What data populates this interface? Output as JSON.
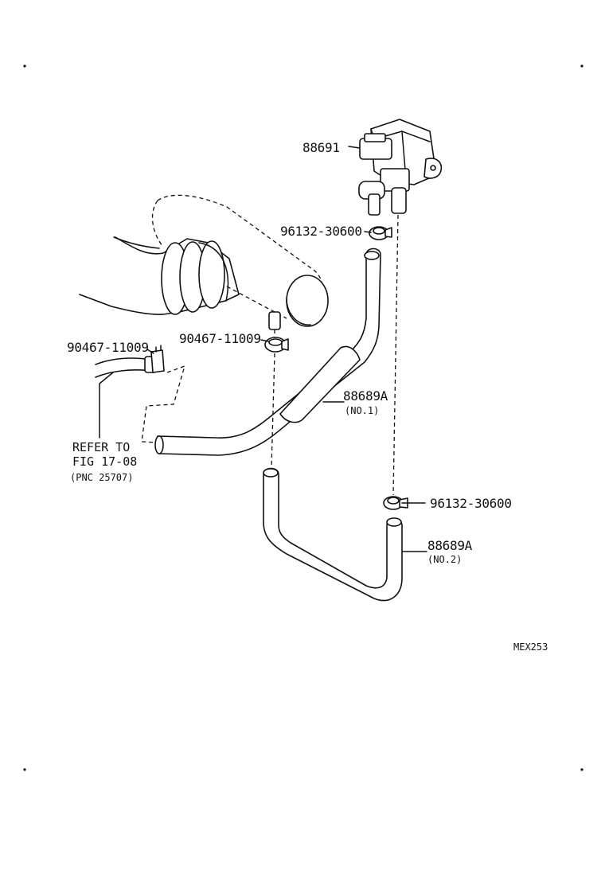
{
  "parts": {
    "vsv": "88691",
    "clamp_upper_right": "96132-30600",
    "clamp_center": "90467-11009",
    "clamp_left": "90467-11009",
    "hose_no1": "88689A",
    "hose_no1_sub": "(NO.1)",
    "clamp_lower_right": "96132-30600",
    "hose_no2": "88689A",
    "hose_no2_sub": "(NO.2)"
  },
  "reference": {
    "line1": "REFER TO",
    "line2": "FIG 17-08",
    "line3": "(PNC 25707)"
  },
  "diagram_code": "MEX253"
}
